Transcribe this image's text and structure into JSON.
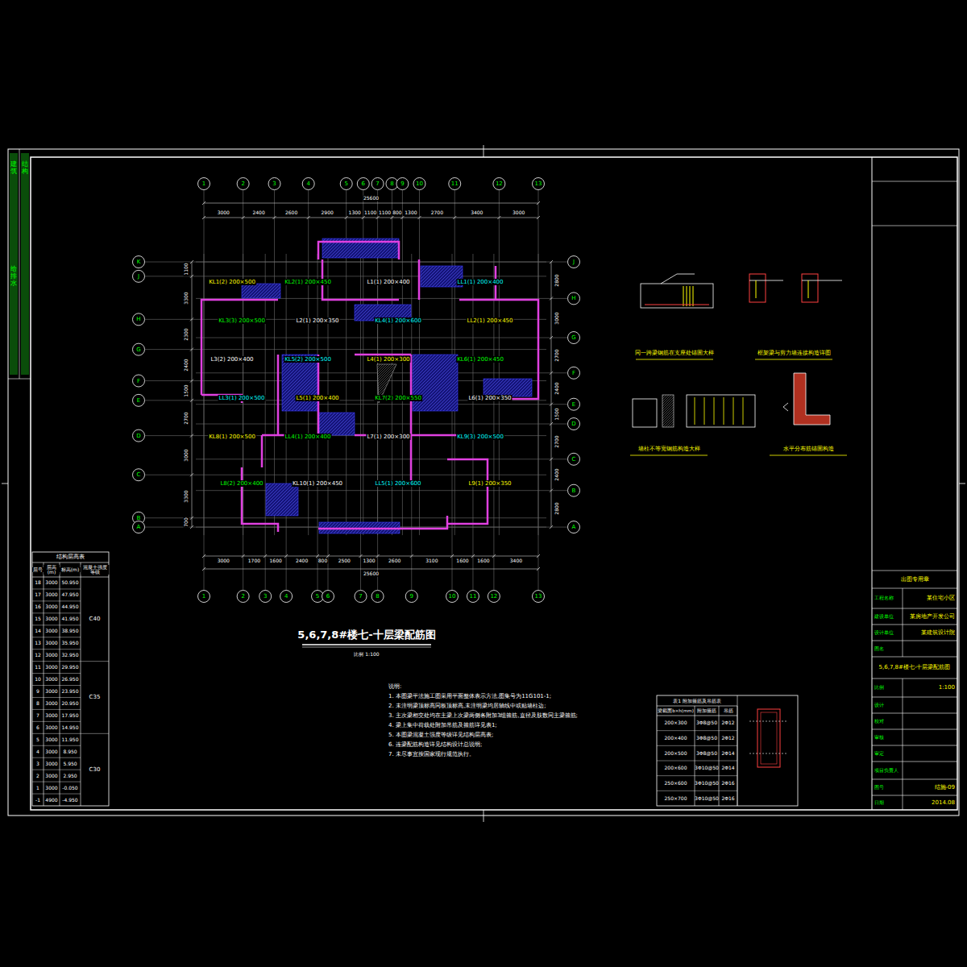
{
  "diagram": {
    "title": "5,6,7,8#楼七-十层梁配筋图",
    "caption": "比例 1:100",
    "labels": [
      "3000",
      "2400",
      "2600",
      "2900",
      "1300",
      "1100",
      "1100",
      "800",
      "1300",
      "2700",
      "3400",
      "3000",
      "25600",
      "3000",
      "1700",
      "1600",
      "2400",
      "800",
      "2500",
      "1300",
      "2600",
      "3100",
      "1600",
      "1600",
      "3400",
      "25600",
      "1100",
      "3300",
      "2300",
      "2400",
      "1500",
      "2700",
      "3000",
      "3300",
      "700",
      "2800",
      "3000",
      "2700",
      "2400",
      "1500",
      "2700",
      "2400",
      "2800",
      "1",
      "2",
      "3",
      "4",
      "5",
      "6",
      "7",
      "8",
      "9",
      "10",
      "11",
      "12",
      "13",
      "1",
      "2",
      "3",
      "4",
      "5",
      "6",
      "7",
      "8",
      "9",
      "10",
      "11",
      "12",
      "13",
      "K",
      "J",
      "H",
      "G",
      "F",
      "E",
      "D",
      "C",
      "B",
      "A",
      "J",
      "H",
      "G",
      "F",
      "E",
      "D",
      "C",
      "B",
      "A",
      "KL1(2) 200×500",
      "KL2(1) 200×450",
      "L1(1) 200×400",
      "LL1(1) 200×400",
      "KL3(3) 200×500",
      "L2(1) 200×350",
      "KL4(1) 200×600",
      "LL2(1) 200×450",
      "L3(2) 200×400",
      "KL5(2) 200×500",
      "L4(1) 200×300",
      "KL6(1) 200×450",
      "LL3(1) 200×500",
      "L5(1) 200×400",
      "KL7(2) 200×550",
      "L6(1) 200×350",
      "KL8(1) 200×500",
      "LL4(1) 200×400",
      "L7(1) 200×300",
      "KL9(3) 200×500",
      "L8(2) 200×400",
      "KL10(1) 200×450",
      "LL5(1) 200×600",
      "L9(1) 200×350",
      "同一跨梁钢筋在支座处锚固大样",
      "框架梁与剪力墙连接构造详图",
      "墙柱不等宽钢筋构造大样",
      "水平分布筋锚固构造",
      "结构层高表",
      "层号",
      "层高(m)",
      "标高(m)",
      "混凝土强度等级",
      "18",
      "3000",
      "50.950",
      "17",
      "3000",
      "47.950",
      "16",
      "3000",
      "44.950",
      "15",
      "3000",
      "41.950",
      "14",
      "3000",
      "38.950",
      "13",
      "3000",
      "35.950",
      "12",
      "3000",
      "32.950",
      "11",
      "3000",
      "29.950",
      "10",
      "3000",
      "26.950",
      "9",
      "3000",
      "23.950",
      "8",
      "3000",
      "20.950",
      "7",
      "3000",
      "17.950",
      "6",
      "3000",
      "14.950",
      "5",
      "3000",
      "11.950",
      "4",
      "3000",
      "8.950",
      "3",
      "3000",
      "5.950",
      "2",
      "3000",
      "2.950",
      "1",
      "3000",
      "-0.050",
      "-1",
      "4900",
      "-4.950",
      "C40",
      "C35",
      "C30",
      "说明:",
      "1. 本图梁平法施工图采用平面整体表示方法,图集号为11G101-1;",
      "2. 未注明梁顶标高同板顶标高,未注明梁均居轴线中或贴墙柱边;",
      "3. 主次梁相交处均在主梁上次梁两侧各附加3组箍筋,直径及肢数同主梁箍筋;",
      "4. 梁上集中荷载处附加吊筋及箍筋详见表1;",
      "5. 本图梁混凝土强度等级详见结构层高表;",
      "6. 连梁配筋构造详见结构设计总说明;",
      "7. 未尽事宜按国家现行规范执行。",
      "表1 附加箍筋及吊筋表",
      "梁截面b×h(mm)",
      "附加箍筋",
      "吊筋",
      "200×300",
      "3Φ8@50",
      "2Φ12",
      "200×400",
      "3Φ8@50",
      "2Φ12",
      "200×500",
      "3Φ8@50",
      "2Φ14",
      "200×600",
      "3Φ10@50",
      "2Φ14",
      "250×600",
      "3Φ10@50",
      "2Φ16",
      "250×700",
      "3Φ10@50",
      "2Φ16",
      "出图专用章",
      "工程名称",
      "某住宅小区",
      "建设单位",
      "某房地产开发公司",
      "设计单位",
      "某建筑设计院",
      "图名",
      "5,6,7,8#楼七-十层梁配筋图",
      "比例",
      "1:100",
      "设计",
      "校对",
      "审核",
      "审定",
      "项目负责人",
      "图号",
      "结施-09",
      "日期",
      "2014.08",
      "建筑",
      "结构",
      "给排水"
    ]
  }
}
